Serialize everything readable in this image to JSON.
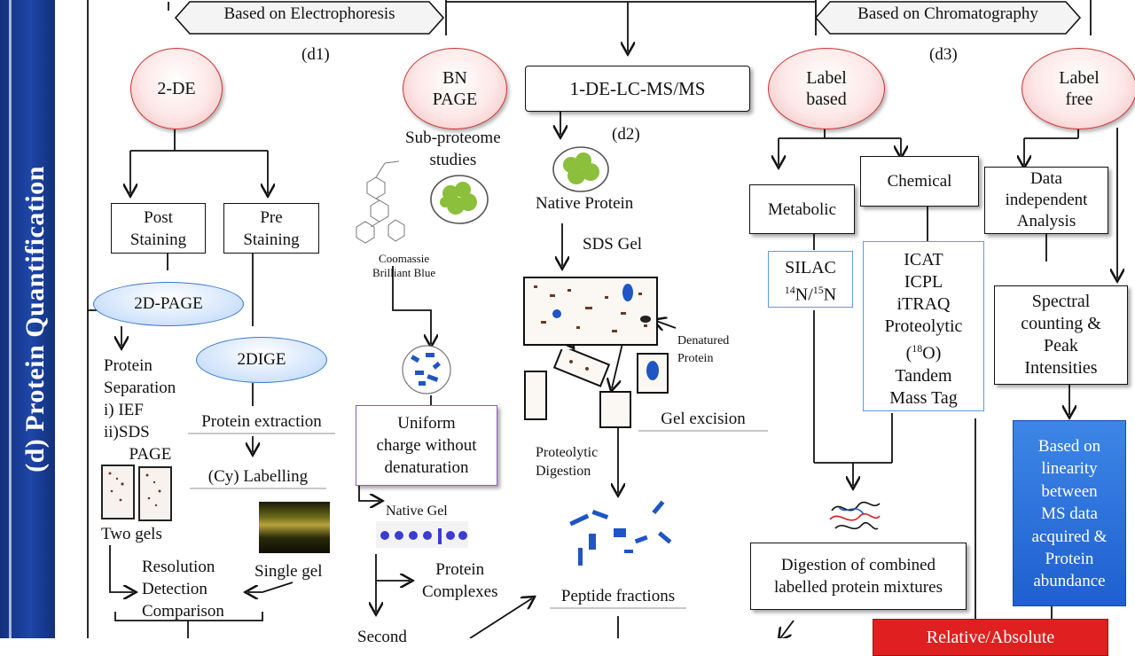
{
  "sidebar": {
    "title": "(d) Protein Quantification"
  },
  "headers": {
    "electrophoresis": "Based on Electrophoresis",
    "chromatography": "Based on Chromatography"
  },
  "panel_labels": {
    "d1": "(d1)",
    "d2": "(d2)",
    "d3": "(d3)"
  },
  "d1": {
    "two_de": "2-DE",
    "post_staining": "Post\nStaining",
    "pre_staining": "Pre\nStaining",
    "two_d_page": "2D-PAGE",
    "two_dige": "2DIGE",
    "protein_separation": "Protein\nSeparation\ni) IEF\nii)SDS\n      PAGE",
    "two_gels": "Two gels",
    "protein_extraction": "Protein extraction",
    "cy_labelling": "(Cy) Labelling",
    "single_gel": "Single gel",
    "resolution": "Resolution\nDetection\nComparison",
    "bn_page": "BN\nPAGE",
    "sub_proteome": "Sub-proteome\nstudies",
    "coomassie": "Coomassie\nBrilliant Blue",
    "uniform_charge": "Uniform\ncharge without\ndenaturation",
    "native_gel": "Native Gel",
    "protein_complexes": "Protein\nComplexes",
    "second": "Second"
  },
  "d2": {
    "title": "1-DE-LC-MS/MS",
    "native_protein": "Native Protein",
    "sds_gel": "SDS Gel",
    "denatured_protein": "Denatured\nProtein",
    "gel_excision": "Gel excision",
    "proteolytic_digestion": "Proteolytic\nDigestion",
    "peptide_fractions": "Peptide fractions"
  },
  "d3": {
    "label_based": "Label\nbased",
    "label_free": "Label\nfree",
    "metabolic": "Metabolic",
    "chemical": "Chemical",
    "silac_line1": "SILAC",
    "silac_n14": "14",
    "silac_n_mid": "N/",
    "silac_n15": "15",
    "silac_n_end": "N",
    "icat_lines": [
      "ICAT",
      "ICPL",
      "iTRAQ",
      "Proteolytic"
    ],
    "o18_open": "(",
    "o18_sup": "18",
    "o18_close": "O)",
    "tandem": "Tandem\nMass Tag",
    "data_independent": "Data\nindependent\nAnalysis",
    "spectral": "Spectral\ncounting &\nPeak\nIntensities",
    "linearity": "Based on\nlinearity\nbetween\nMS data\nacquired &\nProtein\nabundance",
    "digestion_combined": "Digestion of combined\nlabelled protein mixtures",
    "relative_absolute": "Relative/Absolute"
  },
  "colors": {
    "sidebar": "#1d46a8",
    "ellipse_border": "#c93434",
    "blue_box": "#2f6fd0",
    "red_box": "#e02020"
  }
}
